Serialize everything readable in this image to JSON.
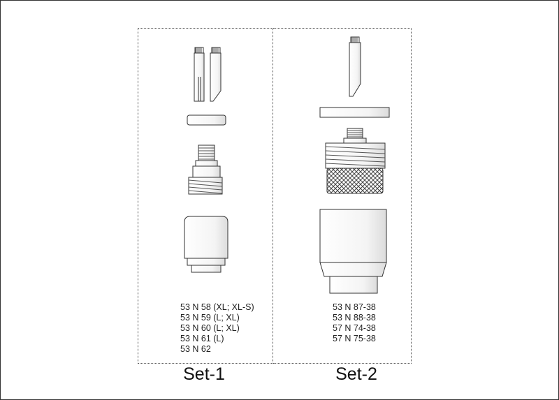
{
  "sets": [
    {
      "label": "Set-1",
      "parts": [
        "53 N 58 (XL; XL-S)",
        "53 N 59 (L; XL)",
        "53 N 60 (L; XL)",
        "53 N 61 (L)",
        "53 N 62"
      ]
    },
    {
      "label": "Set-2",
      "parts": [
        "53 N 87-38",
        "53 N 88-38",
        "57 N 74-38",
        "57 N 75-38"
      ]
    }
  ],
  "colors": {
    "stroke": "#333333",
    "fill": "#ffffff",
    "shade": "#d8d8d8",
    "knurl": "#444444"
  }
}
